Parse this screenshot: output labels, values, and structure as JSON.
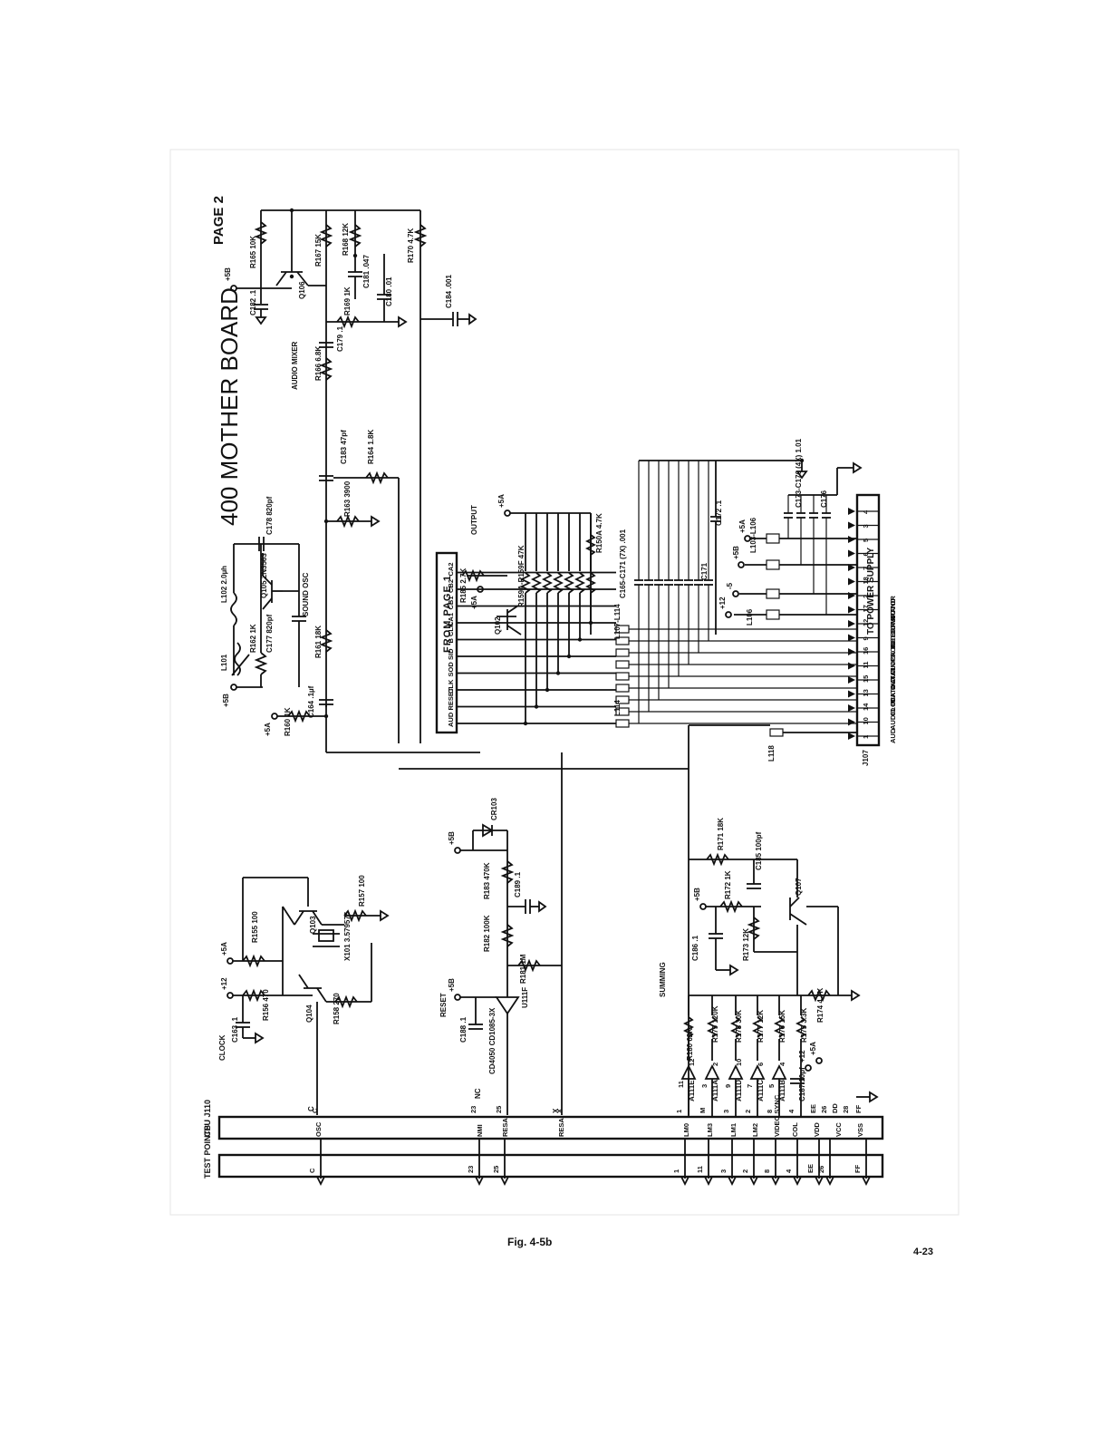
{
  "diagram": {
    "title": "400 MOTHER BOARD",
    "page_label": "PAGE 2",
    "figure_caption": "Fig. 4-5b",
    "page_number": "4-23",
    "from_page": "FROM PAGE 1",
    "to_power_supply": "TO POWER SUPPLY",
    "section_labels": {
      "audio_mixer": "AUDIO MIXER",
      "sound_osc": "SOUND OSC",
      "output": "OUTPUT",
      "clock": "CLOCK",
      "reset": "RESET",
      "summing": "SUMMING",
      "cpu": "CPU J110",
      "test_points": "TEST POINTS"
    },
    "rails": {
      "p5b": "+5B",
      "p5a": "+5A",
      "p12": "+12",
      "m5": "-5",
      "nc": "NC",
      "x": "X",
      "c": "C"
    },
    "components": {
      "r165": "R165 10K",
      "c182": "C182 .1",
      "q106": "Q106",
      "r167": "R167 15K",
      "r168": "R168 12K",
      "c181": "C181 .047",
      "r169": "R169 1K",
      "c180": "C180 .01",
      "r170": "R170 4.7K",
      "c184": "C184 .001",
      "c179": "C179 .1",
      "r166": "R166 6.8K",
      "c183": "C183 47pf",
      "r164": "R164 1.8K",
      "r163": "R163 3900",
      "c178": "C178 820pf",
      "q105": "Q105 2N3563",
      "l102": "L102 2.0µh",
      "r162": "R162 1K",
      "c177": "C177 820pf",
      "l101": "L101",
      "r161": "R161 18K",
      "c164": "C164 .1µf",
      "r160": "R160 1K",
      "r185": "R185 2.7K",
      "r159": "R159A-R159F 47K",
      "q102": "Q102",
      "r150a": "R150A 4.7K",
      "c165": "C165-C171 (7X) .001",
      "c171": "C171",
      "c172": "C172 .1",
      "c173": "C173-C176 (4X) 1.01",
      "c176": "C176",
      "l103": "L103-L106",
      "l106": "L106",
      "l107": "L107-L114",
      "l114": "L114",
      "l118": "L118",
      "j107": "J107",
      "r155": "R155 100",
      "r157": "R157 100",
      "q103": "Q103",
      "x101": "X101 3.579575",
      "r156": "R156 470",
      "c163": "C163 .1",
      "q104": "Q104",
      "r158": "R158 270",
      "cr103": "CR103",
      "r183": "R183 470K",
      "c189": "C189 .1",
      "r182": "R182 100K",
      "r181": "R181 1M",
      "c188": "C188 .1",
      "u111f": "U111F",
      "cd4050": "CD4050 CD1085-3X",
      "r171": "R171 18K",
      "c185": "C185 100pf",
      "r172": "R172 1K",
      "q107": "Q107",
      "c186": "C186 .1",
      "r173": "R173 12K",
      "r174": "R174 4.7K",
      "r180": "R180 62K",
      "r179": "R179 120K",
      "r178": "R178 30K",
      "r177": "R177 12K",
      "r176": "R176 15K",
      "r175": "R175 3.3K",
      "c187": "C187 10pf",
      "u111e": "A111E",
      "u111a": "A111A",
      "u111d": "A111D",
      "u111c": "A111C",
      "u111b": "A111B"
    },
    "from_page_signals": [
      "AUD",
      "RESET",
      "CLK",
      "SOD",
      "SID",
      "B CLK",
      "CA1",
      "CB1",
      "CB2",
      "CA2"
    ],
    "j107_pins": [
      "1",
      "10",
      "14",
      "13",
      "15",
      "11",
      "16",
      "9",
      "12",
      "17",
      "2",
      "18",
      "7",
      "6",
      "5",
      "3",
      "4"
    ],
    "j107_signals": [
      "AUD",
      "AUDIO IN",
      "CLOCK OUT",
      "DATA OUT",
      "DATA IN",
      "CLOCK IN",
      "PROCEED",
      "INTERRUPT",
      "COMMAND",
      "MOTOR"
    ],
    "cpu_pins": [
      "23",
      "25",
      "X",
      "1",
      "3",
      "9",
      "2",
      "8",
      "4",
      "EE",
      "26",
      "28",
      "FF"
    ],
    "cpu_signals": [
      "OSC",
      "NMI",
      "RESA",
      "RESA",
      "LM0",
      "LM3",
      "LM1",
      "LM2",
      "VIDEO SYNC",
      "COL",
      "VDD",
      "VCC",
      "VSS"
    ],
    "test_point_labels": [
      "C",
      "23",
      "25",
      "1",
      "11",
      "3",
      "2",
      "8",
      "4",
      "EE",
      "26",
      "FF"
    ],
    "cpu_top_numbers": [
      "C",
      "23",
      "25",
      "X",
      "1",
      "M",
      "3",
      "2",
      "8",
      "4",
      "EE",
      "26",
      "DD",
      "28",
      "FF"
    ],
    "summing_pins": [
      "12",
      "11",
      "2",
      "3",
      "10",
      "9",
      "6",
      "7",
      "4",
      "5"
    ]
  }
}
